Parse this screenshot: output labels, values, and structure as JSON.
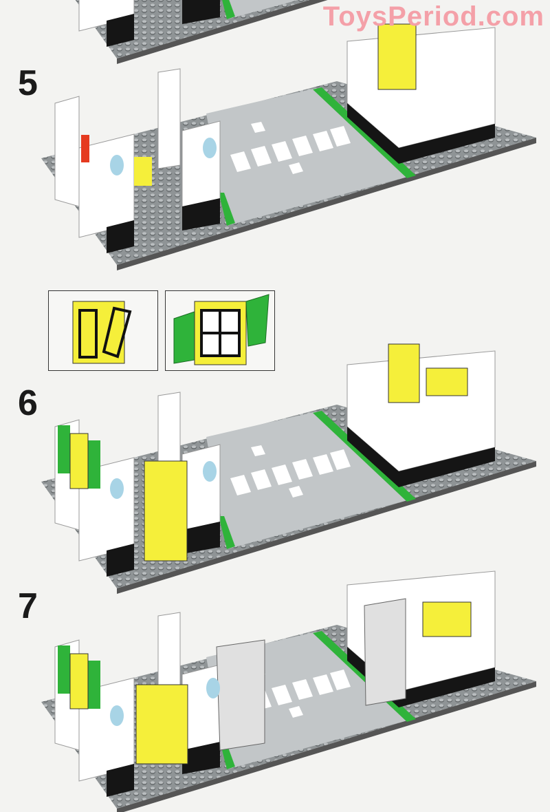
{
  "watermark": "ToysPeriod.com",
  "steps": [
    {
      "number": "5"
    },
    {
      "number": "6"
    },
    {
      "number": "7"
    }
  ],
  "colors": {
    "baseplate": "#8f9496",
    "road": "#bfc3c5",
    "green": "#2fb33a",
    "yellow": "#f5ef3a",
    "white": "#ffffff",
    "black": "#151515",
    "red": "#e53a1f",
    "trans_blue": "#a8d4e6"
  }
}
